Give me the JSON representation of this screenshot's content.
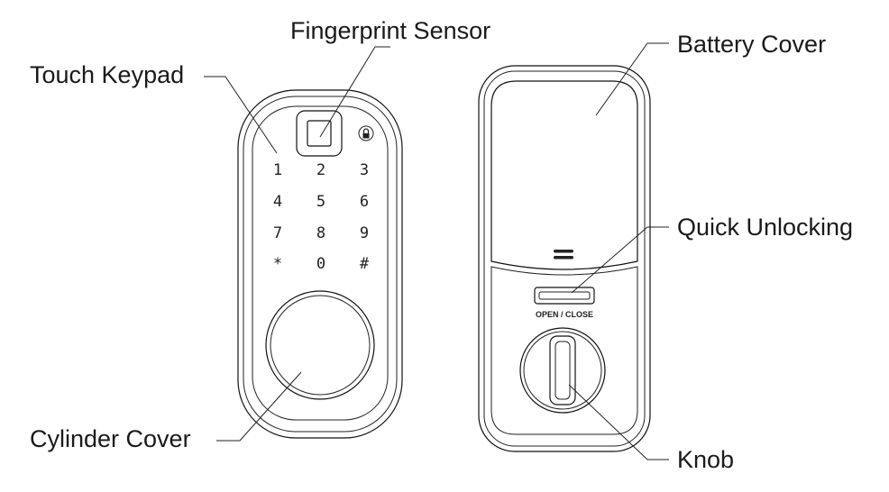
{
  "labels": {
    "fingerprint_sensor": "Fingerprint Sensor",
    "touch_keypad": "Touch Keypad",
    "cylinder_cover": "Cylinder Cover",
    "battery_cover": "Battery Cover",
    "quick_unlocking": "Quick Unlocking",
    "knob": "Knob"
  },
  "keypad": {
    "keys": [
      "1",
      "2",
      "3",
      "4",
      "5",
      "6",
      "7",
      "8",
      "9",
      "*",
      "0",
      "#"
    ]
  },
  "quick_unlock_text": "OPEN / CLOSE",
  "icons": {
    "lock_button": "lock-icon",
    "speaker_slots": "speaker-grille-icon"
  }
}
